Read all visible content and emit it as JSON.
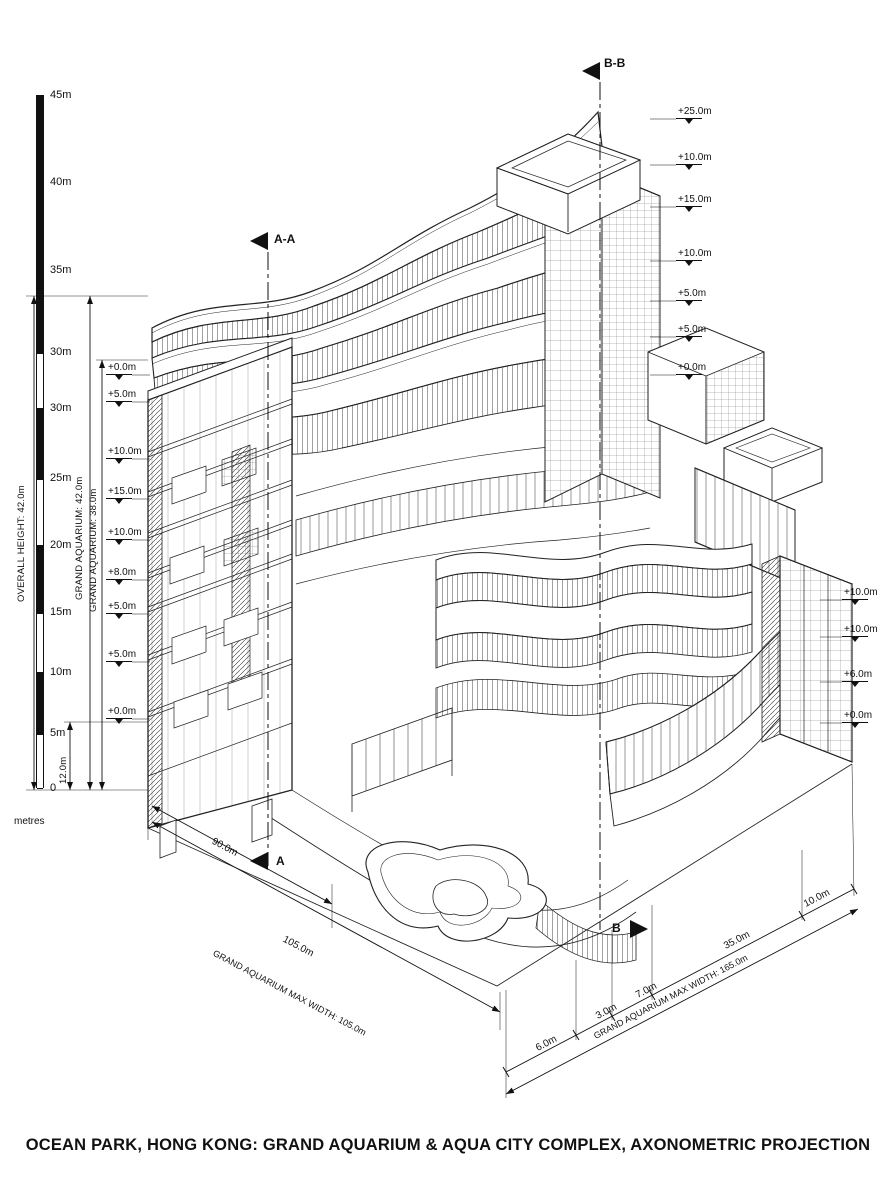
{
  "title": "OCEAN PARK, HONG KONG: GRAND AQUARIUM & AQUA CITY COMPLEX, AXONOMETRIC PROJECTION",
  "scale_bar": {
    "unit_label": "metres",
    "ticks": [
      "45m",
      "40m",
      "35m",
      "30m",
      "30m",
      "25m",
      "20m",
      "15m",
      "10m",
      "5m",
      "0"
    ]
  },
  "vertical_dims": {
    "overall": "OVERALL HEIGHT: 42.0m",
    "ga_a": "GRAND AQUARIUM: 42.0m",
    "ga_b": "GRAND AQUARIUM: 38.0m",
    "podium": "12.0m"
  },
  "levels": {
    "left": [
      "+0.0m",
      "+5.0m",
      "+10.0m",
      "+15.0m",
      "+10.0m",
      "+8.0m",
      "+5.0m",
      "+5.0m",
      "+0.0m"
    ],
    "right_top": [
      "+25.0m",
      "+10.0m",
      "+15.0m",
      "+10.0m",
      "+5.0m",
      "+5.0m",
      "+0.0m"
    ],
    "right_side": [
      "+10.0m",
      "+10.0m",
      "+6.0m",
      "+0.0m"
    ]
  },
  "sections": {
    "aa": "A-A",
    "bb": "B-B",
    "a": "A",
    "b": "B"
  },
  "dims_left": {
    "d1": "90.0m",
    "d2": "105.0m",
    "label": "GRAND AQUARIUM MAX WIDTH: 105.0m"
  },
  "dims_right": {
    "d1": "6.0m",
    "d2": "3.0m",
    "d3": "7.0m",
    "d4": "35.0m",
    "d5": "10.0m",
    "label": "GRAND AQUARIUM MAX WIDTH: 165.0m"
  }
}
